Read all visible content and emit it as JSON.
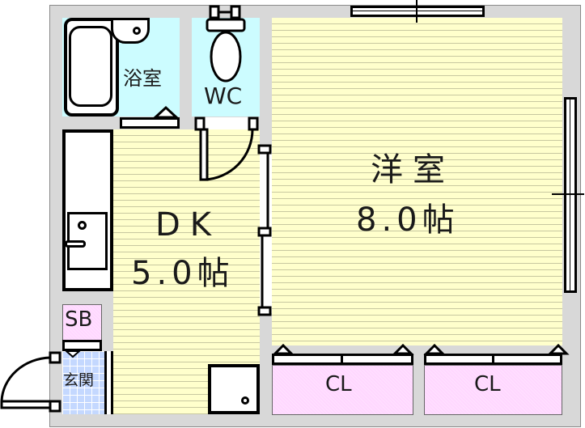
{
  "floor_plan": {
    "rooms": {
      "bathroom": {
        "label": "浴室"
      },
      "toilet": {
        "label": "WC"
      },
      "dining_kitchen": {
        "label": "DK",
        "size": "5.0帖"
      },
      "western_room": {
        "label": "洋室",
        "size": "8.0帖"
      },
      "shoe_box": {
        "label": "SB"
      },
      "entrance": {
        "label": "玄関"
      },
      "closet_1": {
        "label": "CL"
      },
      "closet_2": {
        "label": "CL"
      }
    },
    "colors": {
      "wall": "#d8d8d8",
      "wet_area": "#ccfcff",
      "flooring": "#ffffcc",
      "storage": "#ffd7ff",
      "entrance_tile": "#c4d8ff"
    }
  }
}
